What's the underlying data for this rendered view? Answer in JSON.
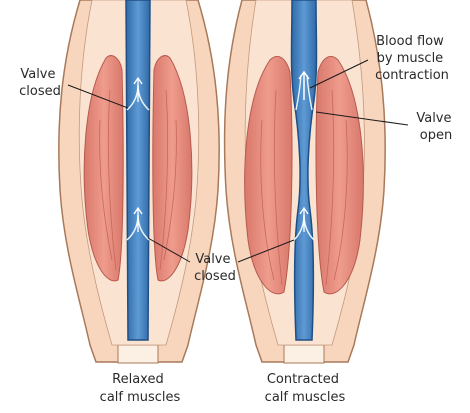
{
  "labels": {
    "valve_closed_left": [
      "Valve",
      "closed"
    ],
    "valve_closed_middle": [
      "Valve",
      "closed"
    ],
    "blood_flow": [
      "Blood flow",
      "by muscle",
      "contraction"
    ],
    "valve_open": [
      "Valve",
      "open"
    ],
    "relaxed_caption": [
      "Relaxed",
      "calf muscles"
    ],
    "contracted_caption": [
      "Contracted",
      "calf muscles"
    ]
  },
  "colors": {
    "skin": "#f7d6bd",
    "skin_outline": "#a8795a",
    "bone": "#fcefe4",
    "muscle": "#e58c7e",
    "muscle_dark": "#cf6f62",
    "vein": "#3d7fc1",
    "vein_outline": "#1f4f85",
    "vein_highlight": "#7fb2e0",
    "background": "#ffffff"
  }
}
